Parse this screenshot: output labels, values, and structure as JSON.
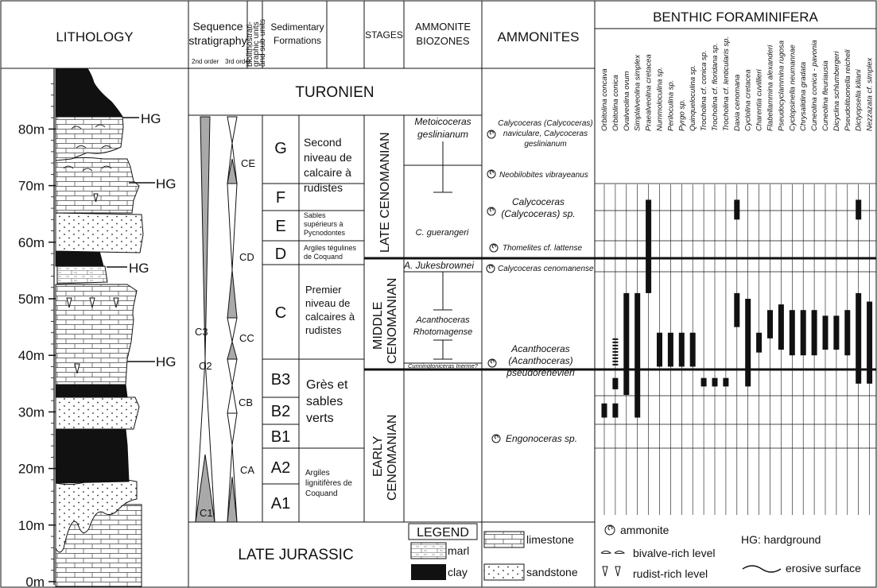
{
  "headers": {
    "lithology": "LITHOLOGY",
    "sequence_stratigraphy": [
      "Sequence",
      "stratigraphy"
    ],
    "order_labels": [
      "2nd order",
      "3rd order"
    ],
    "biolithostratigraphic": [
      "biolithostrati-",
      "graphic units",
      "and sub-units"
    ],
    "sedimentary_formations": [
      "Sedimentary",
      "Formations"
    ],
    "stages": "STAGES",
    "ammonite_biozones": [
      "AMMONITE",
      "BIOZONES"
    ],
    "ammonites": "AMMONITES",
    "benthic_foraminifera": "BENTHIC FORAMINIFERA"
  },
  "depth_axis": [
    {
      "label": "80m",
      "value": 80
    },
    {
      "label": "70m",
      "value": 70
    },
    {
      "label": "60m",
      "value": 60
    },
    {
      "label": "50m",
      "value": 50
    },
    {
      "label": "40m",
      "value": 40
    },
    {
      "label": "30m",
      "value": 30
    },
    {
      "label": "20m",
      "value": 20
    },
    {
      "label": "10m",
      "value": 10
    },
    {
      "label": "0m",
      "value": 0
    }
  ],
  "hardgrounds": [
    "HG",
    "HG",
    "HG",
    "HG"
  ],
  "turonien": "TURONIEN",
  "late_jurassic": "LATE JURASSIC",
  "sequences_2nd_order": [
    "C3",
    "C2",
    "C1"
  ],
  "sequences_3rd_order": [
    "CE",
    "CD",
    "CC",
    "CB",
    "CA"
  ],
  "units": [
    "G",
    "F",
    "E",
    "D",
    "C",
    "B3",
    "B2",
    "B1",
    "A2",
    "A1"
  ],
  "formations": [
    {
      "lines": [
        "Second",
        "niveau de",
        "calcaire à",
        "rudistes"
      ]
    },
    {
      "lines": [
        "Sables",
        "supérieurs à",
        "Pycnodontes"
      ]
    },
    {
      "lines": [
        "Argiles tégulines",
        "de Coquand"
      ]
    },
    {
      "lines": [
        "Premier",
        "niveau de",
        "calcaires à",
        "rudistes"
      ]
    },
    {
      "lines": [
        "Grès et",
        "sables",
        "verts"
      ]
    },
    {
      "lines": [
        "Argiles",
        "lignitifères de",
        "Coquand"
      ]
    }
  ],
  "stages": [
    {
      "lines": [
        "LATE CENOMANIAN"
      ]
    },
    {
      "lines": [
        "MIDDLE",
        "CENOMANIAN"
      ]
    },
    {
      "lines": [
        "EARLY",
        "CENOMANIAN"
      ]
    }
  ],
  "biozones": [
    {
      "lines": [
        "Metoicoceras",
        "geslinianum"
      ]
    },
    {
      "lines": [
        "C. guerangeri"
      ]
    },
    {
      "lines": [
        "A. Jukesbrownei"
      ]
    },
    {
      "lines": [
        "Acanthoceras",
        "Rhotomagense"
      ]
    },
    {
      "lines": [
        "Cunningtoniceras Inerme?"
      ]
    }
  ],
  "ammonites_list": [
    {
      "lines": [
        "Calycoceras (Calycoceras)",
        "naviculare, Calycoceras",
        "geslinianum"
      ]
    },
    {
      "lines": [
        "Neobilobites vibrayeanus"
      ]
    },
    {
      "lines": [
        "Calycoceras",
        "(Calycoceras) sp."
      ]
    },
    {
      "lines": [
        "Thomelites cf. lattense"
      ]
    },
    {
      "lines": [
        "Calycoceras cenomanense"
      ]
    },
    {
      "lines": [
        "Acanthoceras",
        "(Acanthoceras)",
        "pseudorenevieri"
      ]
    },
    {
      "lines": [
        "Engonoceras sp."
      ]
    }
  ],
  "foraminifera": [
    {
      "name": "Orbitolina concava",
      "range": [
        [
          31.5,
          29
        ]
      ]
    },
    {
      "name": "Orbitolina conica",
      "range": [
        [
          34,
          36
        ],
        [
          29,
          31.5
        ]
      ],
      "dashed": [
        [
          38,
          43
        ]
      ]
    },
    {
      "name": "Ovalveolina ovum",
      "range": [
        [
          33,
          51
        ]
      ]
    },
    {
      "name": "Simplalveolina simplex",
      "range": [
        [
          29,
          51
        ]
      ]
    },
    {
      "name": "Praealveolina cretacea",
      "range": [
        [
          51,
          67.5
        ]
      ]
    },
    {
      "name": "Nummoloculina sp.",
      "range": [
        [
          38,
          44
        ]
      ]
    },
    {
      "name": "Periloculina sp.",
      "range": [
        [
          38,
          44
        ]
      ]
    },
    {
      "name": "Pyrgo sp.",
      "range": [
        [
          38,
          44
        ]
      ]
    },
    {
      "name": "Quinqueloculina sp.",
      "range": [
        [
          38,
          44
        ]
      ]
    },
    {
      "name": "Trocholina cf. conica sp.",
      "range": [
        [
          34.5,
          36
        ]
      ]
    },
    {
      "name": "Trocholina cf. floridana sp.",
      "range": [
        [
          34.5,
          36
        ]
      ]
    },
    {
      "name": "Trocholina cf. lenticularis sp.",
      "range": [
        [
          34.5,
          36
        ]
      ]
    },
    {
      "name": "Daxia cenomana",
      "range": [
        [
          45,
          51
        ],
        [
          64,
          67.5
        ]
      ]
    },
    {
      "name": "Cyclolina cretacea",
      "range": [
        [
          34.5,
          50
        ]
      ]
    },
    {
      "name": "Charentia cuvillieri",
      "range": [
        [
          40.5,
          44
        ]
      ]
    },
    {
      "name": "Flabellammina alexanderi",
      "range": [
        [
          43,
          48
        ]
      ]
    },
    {
      "name": "Pseudocyclammina rugosa",
      "range": [
        [
          41,
          49
        ]
      ]
    },
    {
      "name": "Cyclopsinella neumannae",
      "range": [
        [
          40,
          48
        ]
      ]
    },
    {
      "name": "Chrysalidina gradata",
      "range": [
        [
          40,
          48
        ]
      ]
    },
    {
      "name": "Cuneolina conica - pavonia",
      "range": [
        [
          40,
          48
        ]
      ]
    },
    {
      "name": "Cuneolina fleuriausia",
      "range": [
        [
          41,
          47
        ]
      ]
    },
    {
      "name": "Dicyclina schlumbergeri",
      "range": [
        [
          41,
          47
        ]
      ]
    },
    {
      "name": "Pseudolituonella reicheli",
      "range": [
        [
          40,
          48
        ]
      ]
    },
    {
      "name": "Dictyopsella kiliani",
      "range": [
        [
          35,
          51
        ],
        [
          64,
          67.5
        ]
      ]
    },
    {
      "name": "Nezzazata cf. simplex",
      "range": [
        [
          35,
          49.5
        ]
      ]
    }
  ],
  "legend": {
    "title": "LEGEND",
    "marl": "marl",
    "clay": "clay",
    "limestone": "limestone",
    "sandstone": "sandstone",
    "ammonite": "ammonite",
    "bivalve": "bivalve-rich level",
    "rudist": "rudist-rich level",
    "hardground": "HG: hardground",
    "erosive": "erosive surface"
  },
  "colors": {
    "grey": "#a9a9a9",
    "line": "#111111"
  }
}
